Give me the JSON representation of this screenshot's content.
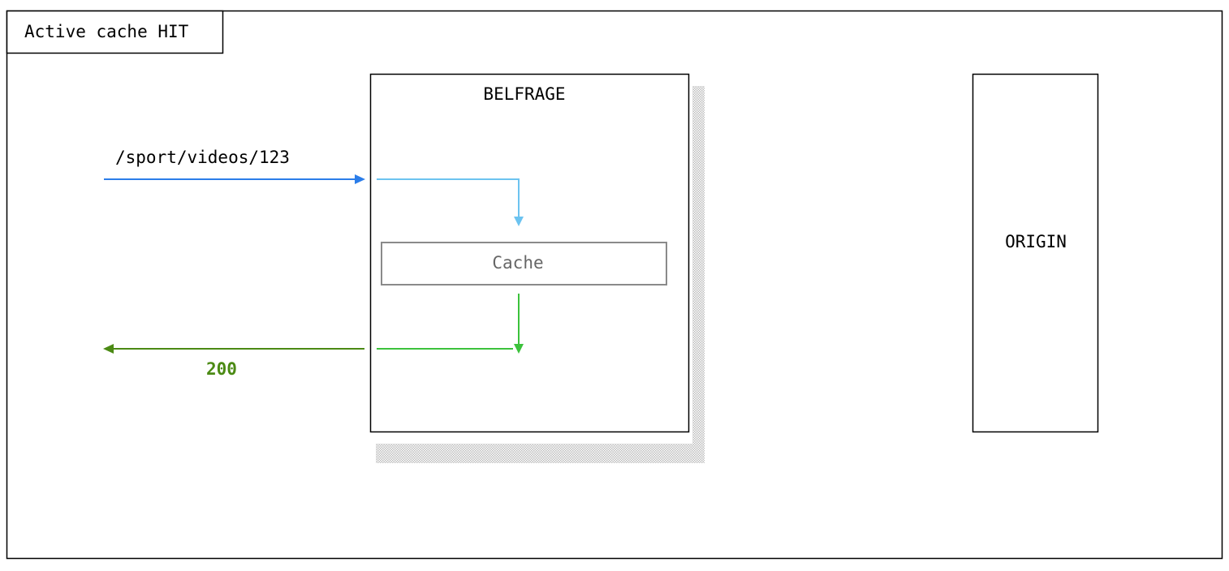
{
  "frame": {
    "title": "Active cache HIT"
  },
  "nodes": {
    "belfrage": "BELFRAGE",
    "cache": "Cache",
    "origin": "ORIGIN"
  },
  "flows": {
    "request_path": "/sport/videos/123",
    "response_status": "200"
  },
  "colors": {
    "request": "#2b7de9",
    "request_internal": "#6cc3f0",
    "response_internal": "#3cc23c",
    "response": "#4b8a14",
    "cache_border": "#8a8a8a",
    "cache_text": "#666666",
    "shadow": "#c8c8c8"
  }
}
